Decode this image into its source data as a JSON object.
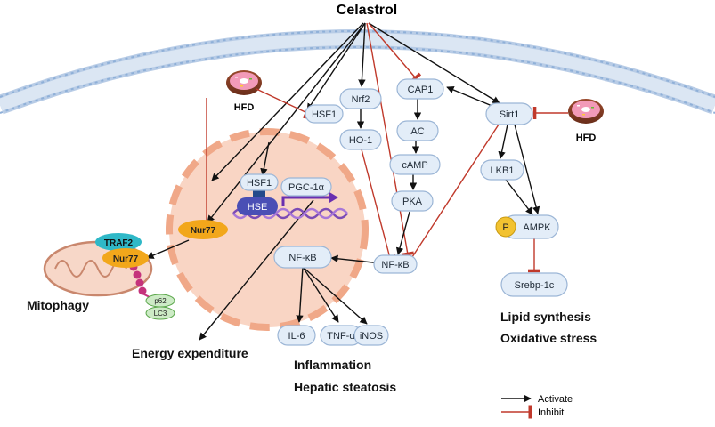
{
  "title": "Celastrol",
  "hfd_left": "HFD",
  "hfd_right": "HFD",
  "nodes": {
    "hsf1_outer": "HSF1",
    "nrf2": "Nrf2",
    "ho1": "HO-1",
    "cap1": "CAP1",
    "ac": "AC",
    "camp": "cAMP",
    "pka": "PKA",
    "sirt1": "Sirt1",
    "lkb1": "LKB1",
    "ampk": "AMPK",
    "ampk_p": "P",
    "srebp": "Srebp-1c",
    "nfkb_small": "NF-κB",
    "nfkb_big": "NF-κB",
    "il6": "IL-6",
    "tnfa": "TNF-α",
    "inos": "iNOS",
    "hsf1_inner": "HSF1",
    "hse": "HSE",
    "pgc1a": "PGC-1α",
    "nur77_nucleus": "Nur77",
    "traf2": "TRAF2",
    "nur77_mito": "Nur77",
    "p62": "p62",
    "lc3": "LC3"
  },
  "labels": {
    "mitophagy": "Mitophagy",
    "energy": "Energy expenditure",
    "inflammation": "Inflammation",
    "steatosis": "Hepatic steatosis",
    "lipid": "Lipid synthesis",
    "oxidative": "Oxidative stress"
  },
  "legend": {
    "activate": "Activate",
    "inhibit": "Inhibit"
  },
  "colors": {
    "activate": "#111111",
    "inhibit": "#c0392b",
    "nucleus": "#f7c7b0",
    "membrane": "#a9c3e3"
  }
}
